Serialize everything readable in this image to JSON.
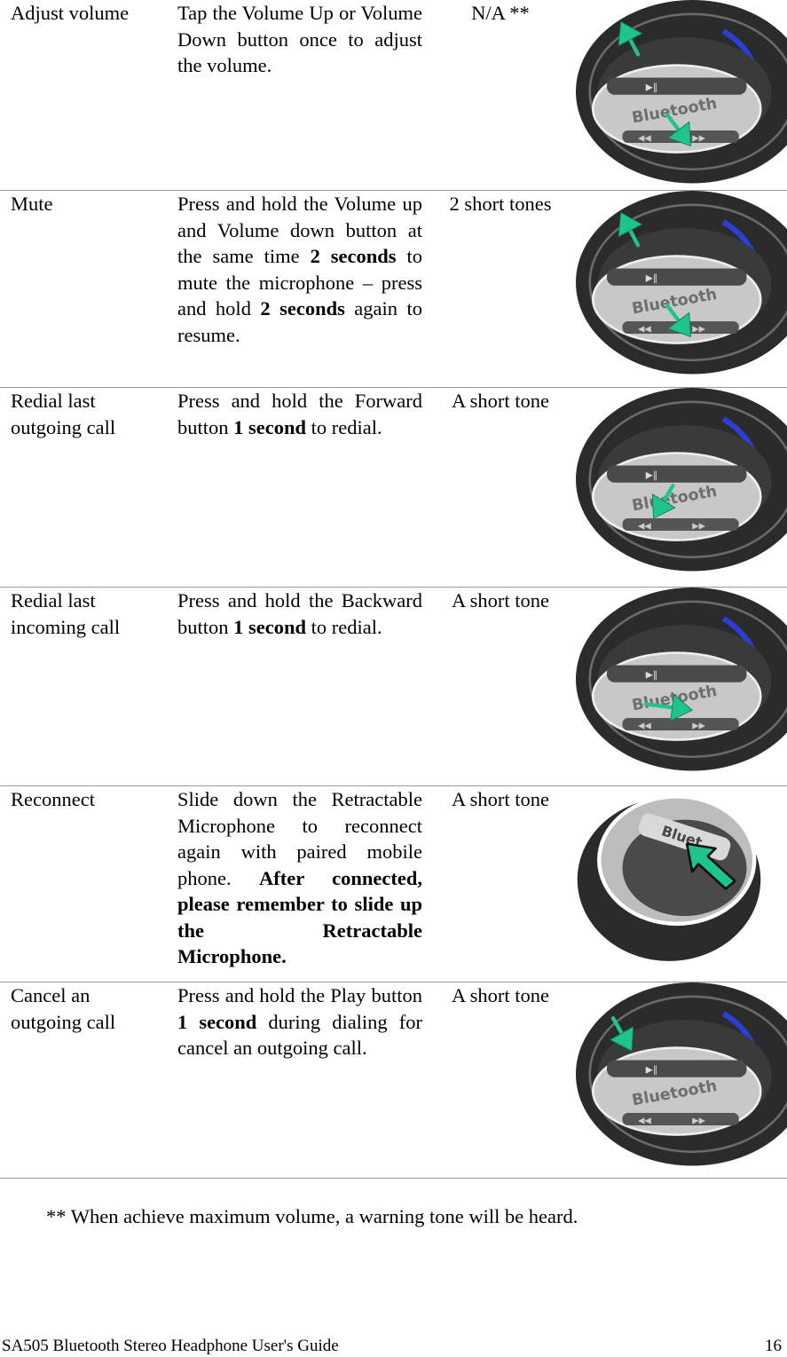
{
  "rows": [
    {
      "function": "Adjust volume",
      "operation": [
        {
          "t": "Tap the Volume Up or Volume Down button once to adjust the volume."
        }
      ],
      "indication": "N/A **",
      "illustration": "headphone-volume-arrows"
    },
    {
      "function": "Mute",
      "operation": [
        {
          "t": "Press and hold the Volume up and Volume down button at the same time "
        },
        {
          "t": "2 seconds",
          "b": true
        },
        {
          "t": " to mute the microphone – press and hold "
        },
        {
          "t": "2 seconds",
          "b": true
        },
        {
          "t": " again to resume."
        }
      ],
      "indication": "2 short tones",
      "illustration": "headphone-volume-arrows"
    },
    {
      "function": "Redial last outgoing call",
      "operation": [
        {
          "t": "Press and hold the Forward button "
        },
        {
          "t": "1 second",
          "b": true
        },
        {
          "t": " to redial."
        }
      ],
      "indication": "A short tone",
      "illustration": "headphone-forward-arrow"
    },
    {
      "function": "Redial last incoming call",
      "operation": [
        {
          "t": "Press and hold the Backward button "
        },
        {
          "t": "1 second",
          "b": true
        },
        {
          "t": " to redial."
        }
      ],
      "indication": "A short tone",
      "illustration": "headphone-backward-arrow"
    },
    {
      "function": "Reconnect",
      "operation": [
        {
          "t": "Slide down the Retractable Microphone to reconnect again with paired mobile phone. "
        },
        {
          "t": "After connected, please remember to slide up the Retractable Microphone.",
          "b": true
        }
      ],
      "indication": "A short tone",
      "illustration": "headphone-microphone-slide"
    },
    {
      "function": "Cancel an outgoing call",
      "operation": [
        {
          "t": "Press and hold the Play button "
        },
        {
          "t": "1 second",
          "b": true
        },
        {
          "t": " during dialing for cancel an outgoing call."
        }
      ],
      "indication": "A short tone",
      "illustration": "headphone-play-arrow"
    }
  ],
  "headphone_label": "Bluetooth",
  "footnote": "** When achieve maximum volume, a warning tone will be heard.",
  "footer": {
    "title": "SA505 Bluetooth Stereo Headphone User's Guide",
    "page": "16"
  },
  "colors": {
    "arrow": "#1fc48a",
    "rule": "#9a9a9a",
    "headphone_dark": "#2b2b2b",
    "headphone_silver": "#c8c8c8",
    "accent_blue": "#2a3fd4"
  }
}
